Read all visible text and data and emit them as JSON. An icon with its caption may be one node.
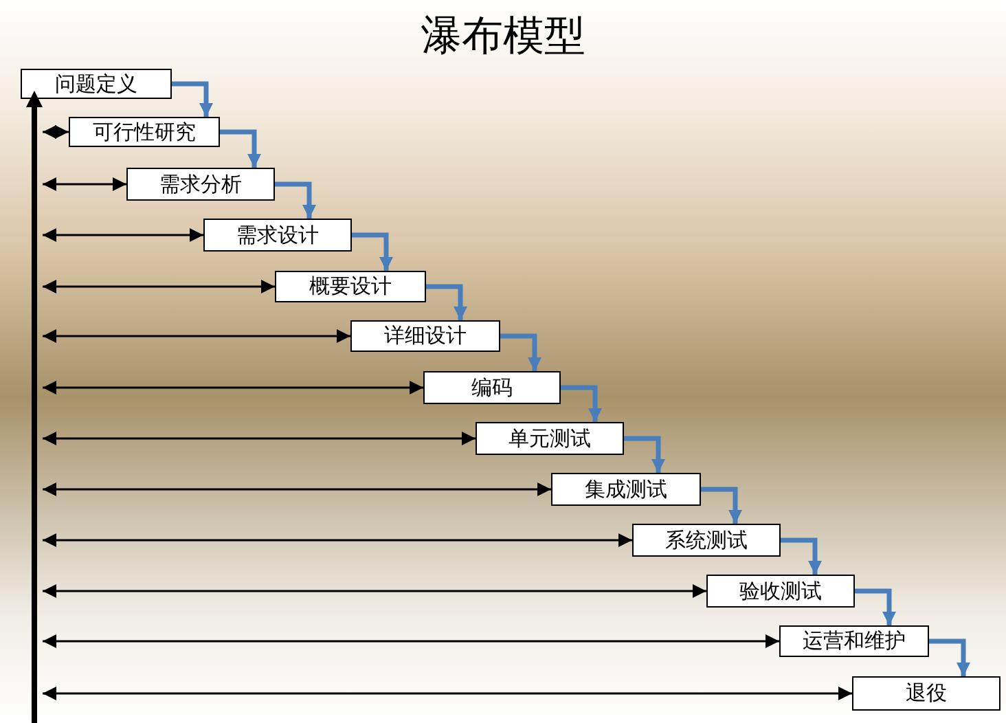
{
  "diagram": {
    "title": "瀑布模型",
    "nodes": [
      {
        "text": [
          "问题定义"
        ]
      },
      {
        "text": [
          "可行性研究"
        ]
      },
      {
        "text": [
          "需求分析"
        ]
      },
      {
        "text": [
          "需求设计"
        ]
      },
      {
        "text": [
          "概要设计"
        ]
      },
      {
        "text": [
          "详细设计"
        ]
      },
      {
        "text": [
          "编码"
        ]
      },
      {
        "text": [
          "单元测试"
        ]
      },
      {
        "text": [
          "集成测试"
        ]
      },
      {
        "text": [
          "系统测试"
        ]
      },
      {
        "text": [
          "验收测试"
        ]
      },
      {
        "text": [
          "运营和维护"
        ]
      },
      {
        "text": [
          "退役"
        ]
      },
      {
        "text": [],
        "shape": "bar"
      }
    ],
    "edges": [
      {
        "from": 0,
        "to": 1,
        "arrow": "to",
        "style": "thick",
        "color": "#4a7ebb"
      },
      {
        "from": 1,
        "to": 2,
        "arrow": "to",
        "style": "thick",
        "color": "#4a7ebb"
      },
      {
        "from": 2,
        "to": 3,
        "arrow": "to",
        "style": "thick",
        "color": "#4a7ebb"
      },
      {
        "from": 3,
        "to": 4,
        "arrow": "to",
        "style": "thick",
        "color": "#4a7ebb"
      },
      {
        "from": 4,
        "to": 5,
        "arrow": "to",
        "style": "thick",
        "color": "#4a7ebb"
      },
      {
        "from": 5,
        "to": 6,
        "arrow": "to",
        "style": "thick",
        "color": "#4a7ebb"
      },
      {
        "from": 6,
        "to": 7,
        "arrow": "to",
        "style": "thick",
        "color": "#4a7ebb"
      },
      {
        "from": 7,
        "to": 8,
        "arrow": "to",
        "style": "thick",
        "color": "#4a7ebb"
      },
      {
        "from": 8,
        "to": 9,
        "arrow": "to",
        "style": "thick",
        "color": "#4a7ebb"
      },
      {
        "from": 9,
        "to": 10,
        "arrow": "to",
        "style": "thick",
        "color": "#4a7ebb"
      },
      {
        "from": 10,
        "to": 11,
        "arrow": "to",
        "style": "thick",
        "color": "#4a7ebb"
      },
      {
        "from": 11,
        "to": 12,
        "arrow": "to",
        "style": "thick",
        "color": "#4a7ebb"
      },
      {
        "from": 13,
        "to": 1,
        "arrow": "both",
        "color": "#000000"
      },
      {
        "from": 13,
        "to": 2,
        "arrow": "both",
        "color": "#000000"
      },
      {
        "from": 13,
        "to": 3,
        "arrow": "both",
        "color": "#000000"
      },
      {
        "from": 13,
        "to": 4,
        "arrow": "both",
        "color": "#000000"
      },
      {
        "from": 13,
        "to": 5,
        "arrow": "both",
        "color": "#000000"
      },
      {
        "from": 13,
        "to": 6,
        "arrow": "both",
        "color": "#000000"
      },
      {
        "from": 13,
        "to": 7,
        "arrow": "both",
        "color": "#000000"
      },
      {
        "from": 13,
        "to": 8,
        "arrow": "both",
        "color": "#000000"
      },
      {
        "from": 13,
        "to": 9,
        "arrow": "both",
        "color": "#000000"
      },
      {
        "from": 13,
        "to": 10,
        "arrow": "both",
        "color": "#000000"
      },
      {
        "from": 13,
        "to": 11,
        "arrow": "both",
        "color": "#000000"
      },
      {
        "from": 13,
        "to": 12,
        "arrow": "both",
        "color": "#000000"
      }
    ]
  }
}
